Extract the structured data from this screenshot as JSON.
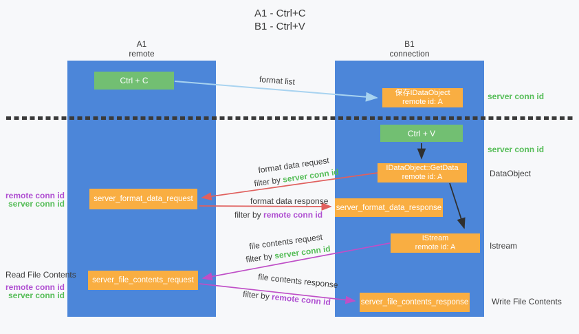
{
  "title": {
    "line1": "A1 - Ctrl+C",
    "line2": "B1 - Ctrl+V"
  },
  "lanes": {
    "left": {
      "id": "A1",
      "role": "remote"
    },
    "right": {
      "id": "B1",
      "role": "connection"
    }
  },
  "nodes": {
    "ctrl_c": {
      "label": "Ctrl + C"
    },
    "ctrl_v": {
      "label": "Ctrl + V"
    },
    "save_idataobject": {
      "line1": "保存IDataObject",
      "line2": "remote id: A"
    },
    "getdata": {
      "line1": "IDataObject::GetData",
      "line2": "remote id: A"
    },
    "istream": {
      "line1": "IStream",
      "line2": "remote id: A"
    },
    "format_request": {
      "label": "server_format_data_request"
    },
    "format_response": {
      "label": "server_format_data_response"
    },
    "file_request": {
      "label": "server_file_contents_request"
    },
    "file_response": {
      "label": "server_file_contents_response"
    }
  },
  "arrow_labels": {
    "format_list": "format list",
    "format_data_request": "format data request",
    "format_data_response": "format data response",
    "file_contents_request": "file contents request",
    "file_contents_response": "file contents response",
    "filter_by": "filter by",
    "server_conn_id": "server conn id",
    "remote_conn_id": "remote conn id"
  },
  "side_labels": {
    "remote_conn_id": "remote conn id",
    "server_conn_id": "server conn id",
    "read_file_contents": "Read File Contents",
    "write_file_contents": "Write File Contents",
    "dataobject": "DataObject",
    "istream": "Istream"
  },
  "colors": {
    "lane_blue": "#4C86D9",
    "node_green": "#72BF72",
    "node_orange": "#F9AE42",
    "arrow_lightblue": "#A8D3F0",
    "arrow_red": "#E0605E",
    "arrow_magenta": "#BF4FC7",
    "arrow_black": "#2f2f2f",
    "text_green": "#56BD58",
    "text_purple": "#AF4FD1",
    "text_dark": "#3C3C3C",
    "divider_dash": "#3A3A3A"
  }
}
